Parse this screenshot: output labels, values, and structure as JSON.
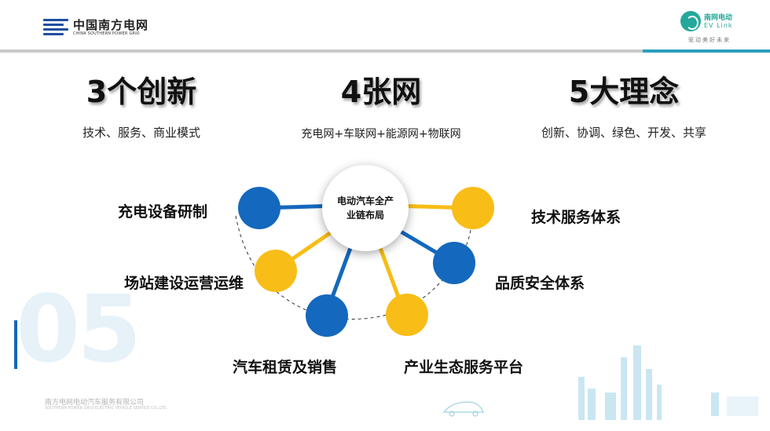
{
  "header": {
    "brand_cn": "中国南方电网",
    "brand_en": "CHINA SOUTHERN POWER GRID",
    "evlink_cn": "南网电动",
    "evlink_en": "EV Link",
    "slogan": "驱动美好未来"
  },
  "columns": [
    {
      "title": "3个创新",
      "subtitle": "技术、服务、商业模式"
    },
    {
      "title": "4张网",
      "subtitle": "充电网+车联网+能源网+物联网"
    },
    {
      "title": "5大理念",
      "subtitle": "创新、协调、绿色、开发、共享"
    }
  ],
  "center": {
    "text": "电动汽车全产业链布局"
  },
  "nodes": [
    {
      "label": "充电设备研制",
      "color": "#1468bd"
    },
    {
      "label": "场站建设运营运维",
      "color": "#f8bd16"
    },
    {
      "label": "汽车租赁及销售",
      "color": "#1468bd"
    },
    {
      "label": "产业生态服务平台",
      "color": "#f8bd16"
    },
    {
      "label": "品质安全体系",
      "color": "#1468bd"
    },
    {
      "label": "技术服务体系",
      "color": "#f8bd16"
    }
  ],
  "background_number": "05",
  "footer": {
    "company_cn": "南方电网电动汽车服务有限公司",
    "company_en": "SOUTHERN POWER GRID ELECTRIC VEHICLE SERVICE CO.,LTD."
  }
}
